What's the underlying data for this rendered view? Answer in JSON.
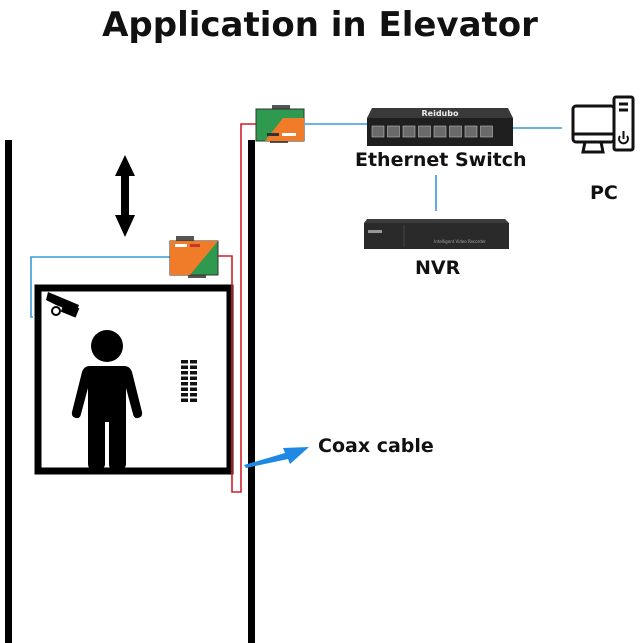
{
  "title": "Application in Elevator",
  "labels": {
    "switch": "Ethernet Switch",
    "pc": "PC",
    "nvr": "NVR",
    "coax": "Coax cable"
  },
  "devices": {
    "switch_brand": "Reidubo",
    "switch_ports": 8,
    "nvr_text": "Intelligent Video Recorder"
  },
  "colors": {
    "ethernet_cable": "#3a9ad9",
    "coax_cable": "#d11f2a",
    "arrow": "#1e88e5",
    "extender_orange": "#f07c2a",
    "extender_green": "#2e9a4f",
    "device_dark": "#2a2a2a"
  }
}
